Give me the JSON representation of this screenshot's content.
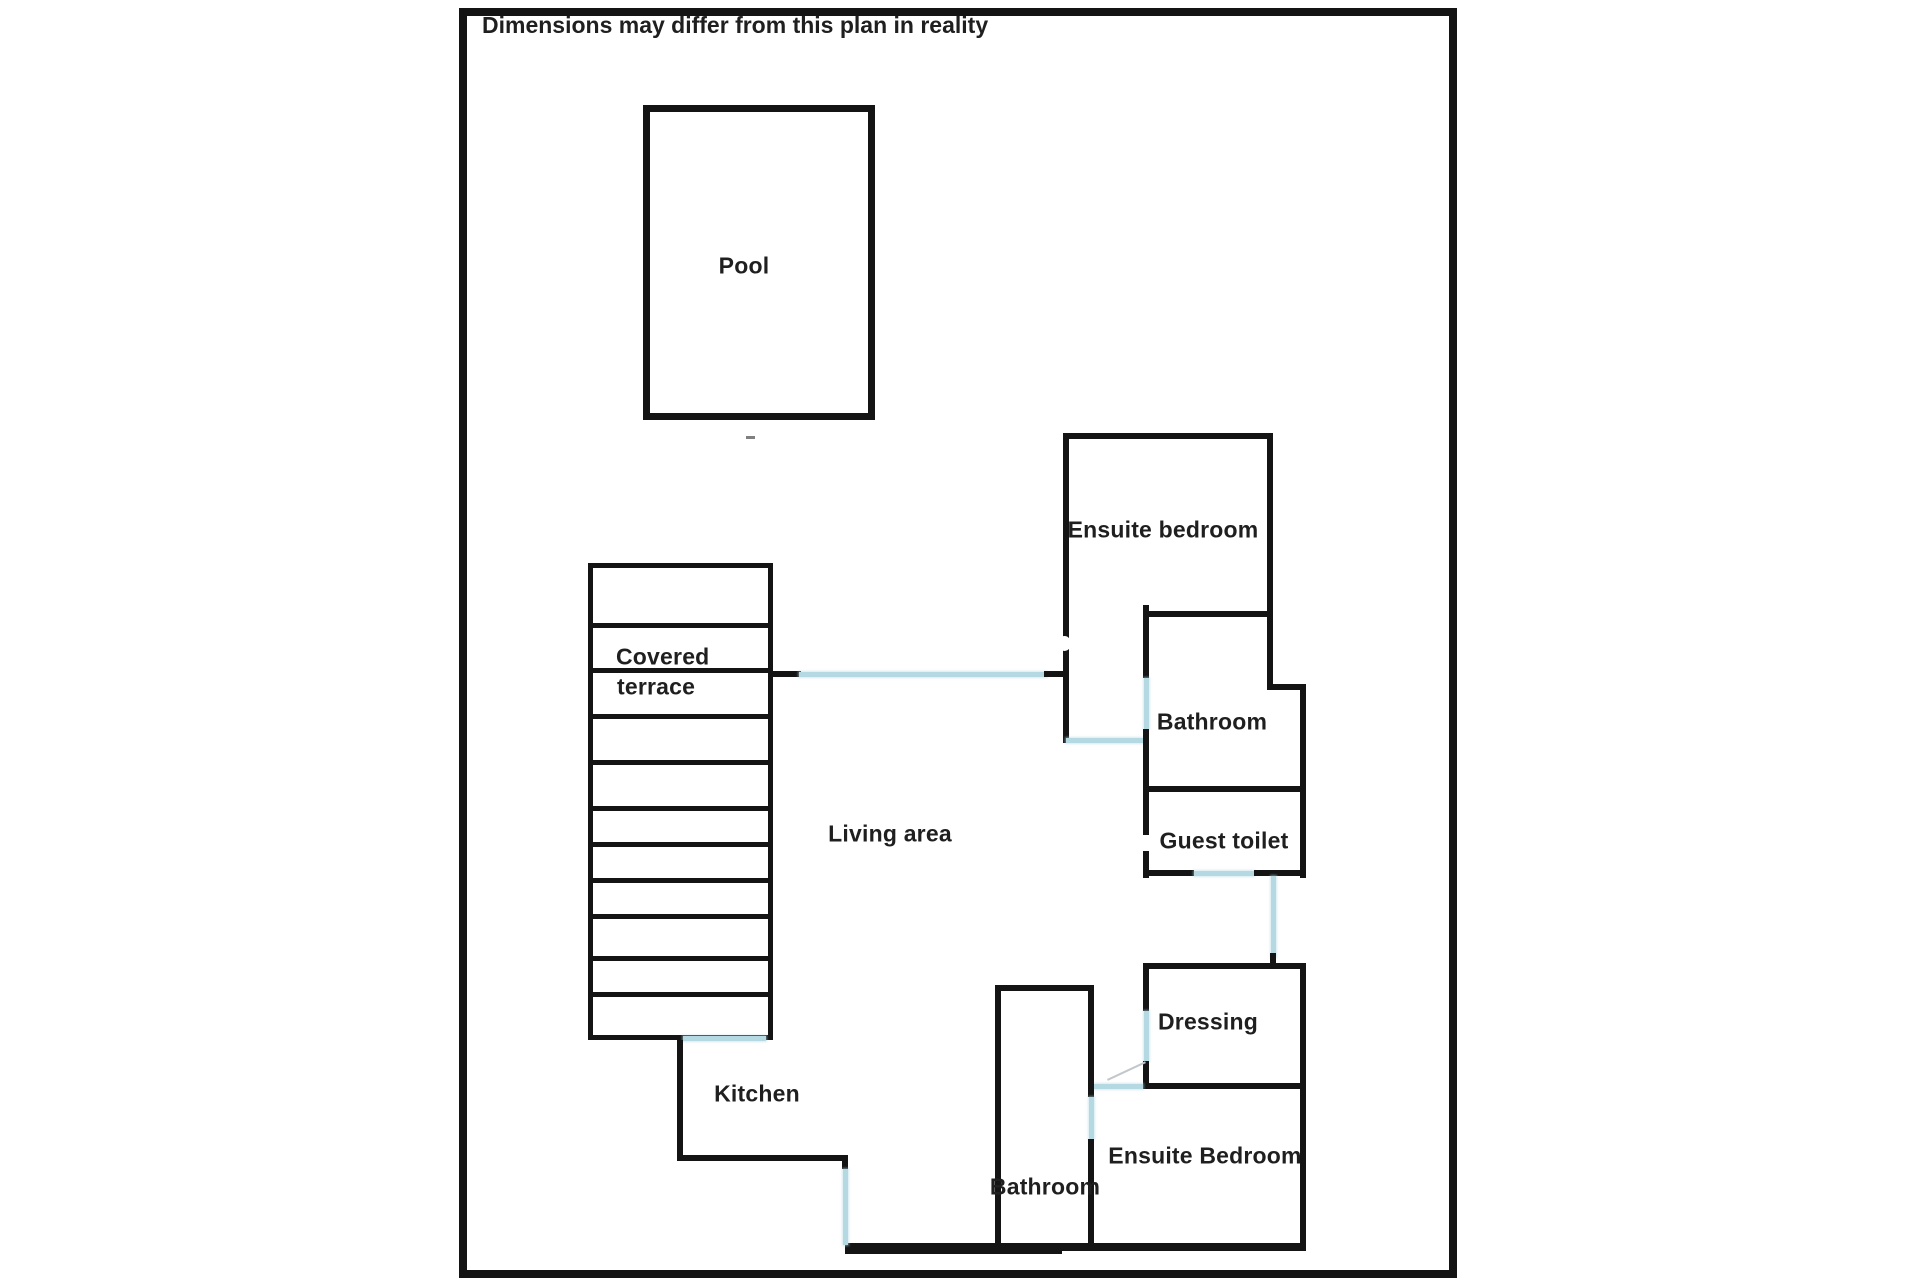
{
  "title": "Dimensions may differ from this plan in reality",
  "rooms": {
    "pool": "Pool",
    "ensuite_bedroom_top": "Ensuite bedroom",
    "covered_line1": "Covered",
    "covered_line2": "terrace",
    "living_area": "Living area",
    "bathroom_top": "Bathroom",
    "guest_toilet": "Guest toilet",
    "dressing": "Dressing",
    "ensuite_bedroom_bottom": "Ensuite Bedroom",
    "bathroom_bottom": "Bathroom",
    "kitchen": "Kitchen"
  },
  "colors": {
    "wall": "#141414",
    "door": "#b4d9e3",
    "background": "#ffffff",
    "label": "#1f1f1f"
  }
}
